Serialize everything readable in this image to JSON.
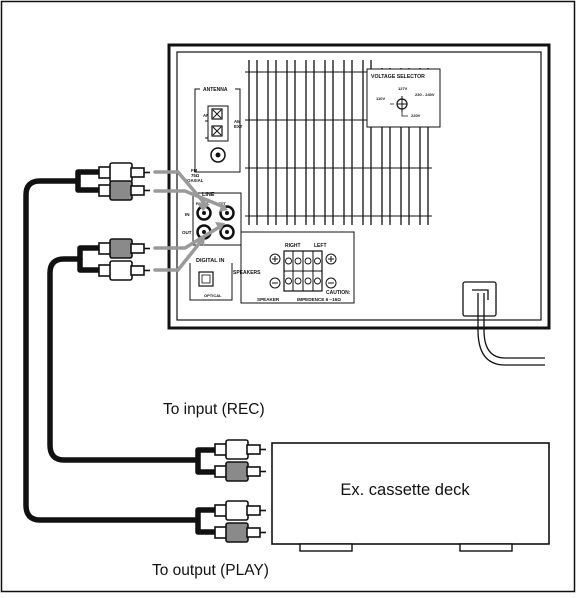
{
  "panel": {
    "antenna_label": "ANTENNA",
    "am_loop_label": "AM\nLOOP",
    "am_ext_label": "AM\nEXT",
    "fm_label": "FM\n75Ω\nCOAXIAL",
    "line_label": "LINE",
    "right_label": "RIGHT",
    "left_label": "LEFT",
    "in_label": "IN",
    "out_label": "OUT",
    "digital_in_label": "DIGITAL IN",
    "optical_label": "OPTICAL",
    "voltage_selector_label": "VOLTAGE SELECTOR",
    "v127_label": "127V",
    "v110_label": "110V",
    "v230_label": "230 -\n240V",
    "v220_label": "220V",
    "spk_right_label": "RIGHT",
    "spk_left_label": "LEFT",
    "speakers_label": "SPEAKERS",
    "caution_label": "CAUTION:",
    "speaker_label": "SPEAKER",
    "impedance_label": "IMPEDENCE 6 ~16Ω"
  },
  "captions": {
    "to_input": "To input (REC)",
    "to_output": "To output (PLAY)",
    "deck": "Ex. cassette deck"
  },
  "colors": {
    "line": "#111111",
    "plug_gray": "#8a8a8a",
    "arrow_gray": "#9a9a9a"
  },
  "icons": [
    "rca-plug-icon",
    "arrow-icon",
    "plus-icon",
    "minus-icon",
    "optical-port-icon",
    "power-cord-icon"
  ]
}
